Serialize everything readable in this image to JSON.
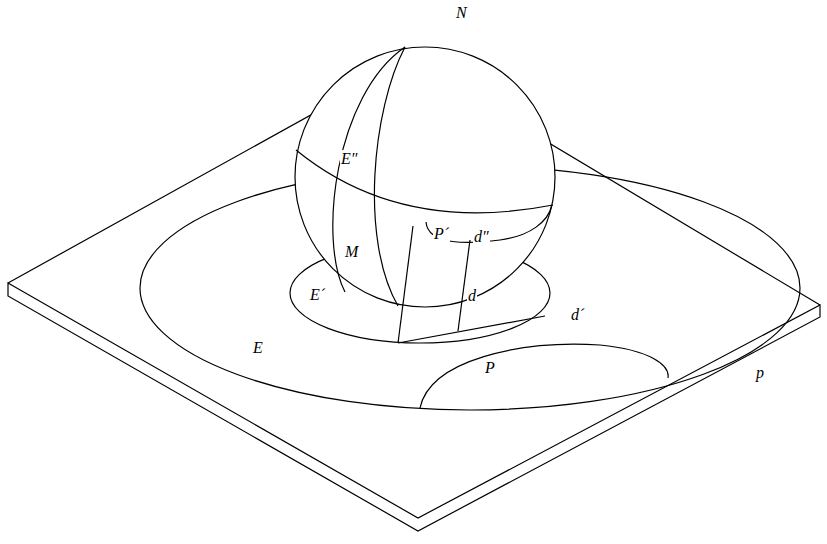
{
  "diagram": {
    "labels": [
      "N",
      "E″",
      "M",
      "P´",
      "d″",
      "E´",
      "d",
      "d´",
      "E",
      "P",
      "p"
    ]
  }
}
